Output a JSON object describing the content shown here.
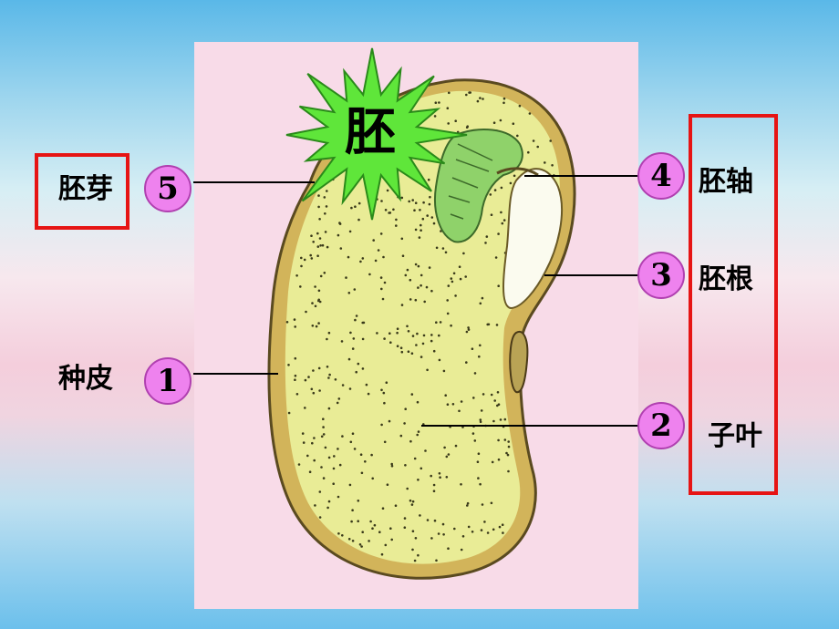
{
  "title": "胚",
  "parts": [
    {
      "number": "5",
      "label": "胚芽"
    },
    {
      "number": "4",
      "label": "胚轴"
    },
    {
      "number": "3",
      "label": "胚根"
    },
    {
      "number": "1",
      "label": "种皮"
    },
    {
      "number": "2",
      "label": "子叶"
    }
  ],
  "colors": {
    "burst": "#5fe63a",
    "highlight_box": "#e61414",
    "number_circle": "#ee82ee",
    "panel": "#f8dbe8",
    "seed_fill": "#e9ec96",
    "seed_coat": "#d2b45a"
  }
}
